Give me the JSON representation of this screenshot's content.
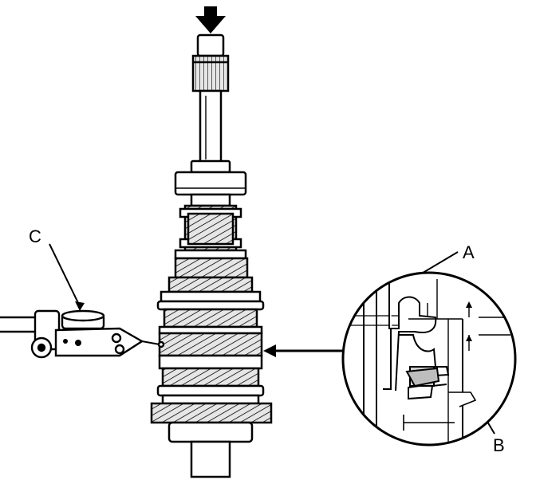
{
  "labels": {
    "a": "A",
    "b": "B",
    "c": "C"
  },
  "colors": {
    "ink": "#000000",
    "paper": "#ffffff",
    "shade": "#d9d9d9"
  }
}
